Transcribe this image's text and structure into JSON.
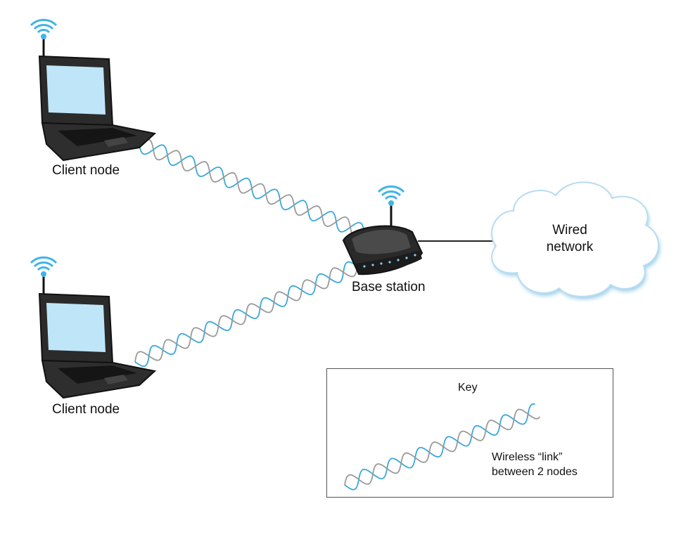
{
  "nodes": {
    "client_top": "Client node",
    "client_bottom": "Client node",
    "base_station": "Base station",
    "wired_network": [
      "Wired",
      "network"
    ]
  },
  "key": {
    "title": "Key",
    "description": [
      "Wireless “link”",
      "between 2 nodes"
    ]
  },
  "colors": {
    "wave_blue": "#3ba7d9",
    "wave_grey": "#9a9a9a",
    "cloud_edge": "#a9d6ee",
    "signal": "#41b4e6",
    "cable": "#222222"
  },
  "icons": [
    "laptop-icon",
    "wifi-signal-icon",
    "router-icon",
    "cloud-icon"
  ]
}
